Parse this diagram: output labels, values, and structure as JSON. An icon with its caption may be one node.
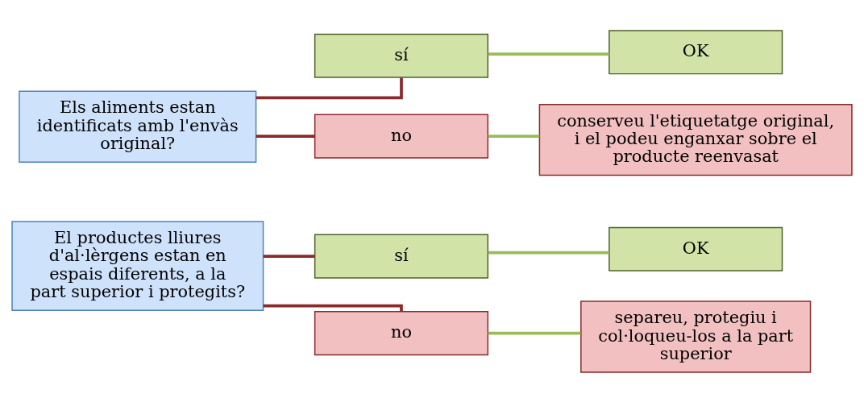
{
  "diagram": {
    "nodes": [
      {
        "text": [
          "El productes lliures d'al·lèrgens estan en espais diferents, a la part superior i protegits?"
        ]
      },
      {
        "text": [
          "sí"
        ]
      },
      {
        "text": [
          "OK"
        ]
      },
      {
        "text": [
          "no"
        ]
      },
      {
        "text": [
          "separeu, protegiu i col·loqueu-los a la part superior"
        ]
      },
      {
        "text": [
          "Els aliments estan identificats amb l'envàs original?"
        ]
      },
      {
        "text": [
          "sí"
        ]
      },
      {
        "text": [
          "OK"
        ]
      },
      {
        "text": [
          "no"
        ]
      },
      {
        "text": [
          "conserveu l'etiquetatge original, i el podeu enganxar sobre el producte reenvasat"
        ]
      }
    ],
    "edges": [
      {
        "from": 0,
        "to": 1,
        "arrow": "none",
        "color": "#8b2a2a"
      },
      {
        "from": 0,
        "to": 3,
        "arrow": "none",
        "color": "#8b2a2a"
      },
      {
        "from": 1,
        "to": 2,
        "arrow": "none",
        "color": "#9bbb59"
      },
      {
        "from": 3,
        "to": 4,
        "arrow": "none",
        "color": "#9bbb59"
      },
      {
        "from": 5,
        "to": 6,
        "arrow": "none",
        "color": "#8b2a2a"
      },
      {
        "from": 5,
        "to": 8,
        "arrow": "none",
        "color": "#8b2a2a"
      },
      {
        "from": 6,
        "to": 7,
        "arrow": "none",
        "color": "#9bbb59"
      },
      {
        "from": 8,
        "to": 9,
        "arrow": "none",
        "color": "#9bbb59"
      }
    ]
  }
}
